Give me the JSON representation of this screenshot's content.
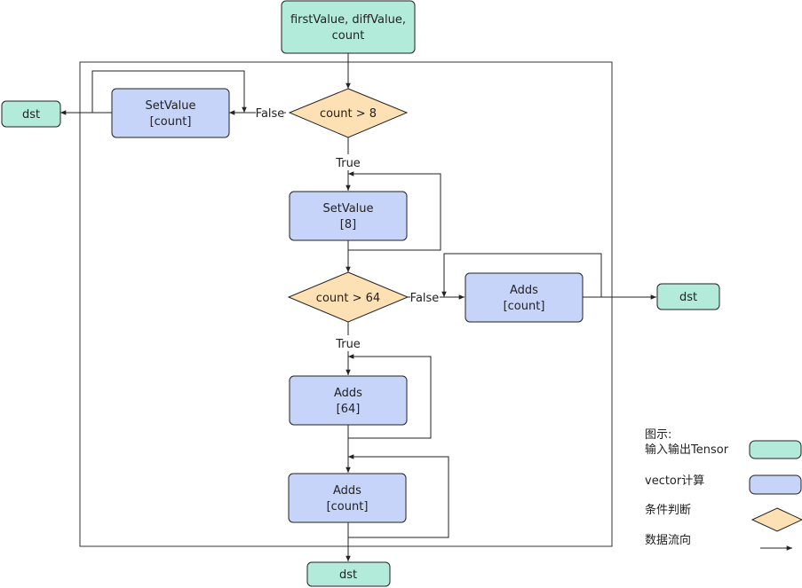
{
  "colors": {
    "io": "#b3ebdb",
    "vector": "#c6d4fa",
    "condition": "#fde0b4",
    "stroke": "#222222",
    "border": "#333333"
  },
  "diagram": {
    "input_line1": "firstValue,  diffValue,",
    "input_line2": "count",
    "cond1": "count > 8",
    "cond2": "count > 64",
    "setvalue_count_l1": "SetValue",
    "setvalue_count_l2": "[count]",
    "setvalue_8_l1": "SetValue",
    "setvalue_8_l2": "[8]",
    "adds_count_right_l1": "Adds",
    "adds_count_right_l2": "[count]",
    "adds_64_l1": "Adds",
    "adds_64_l2": "[64]",
    "adds_count_bottom_l1": "Adds",
    "adds_count_bottom_l2": "[count]",
    "dst_left": "dst",
    "dst_right": "dst",
    "dst_bottom": "dst",
    "false_label_1": "False",
    "true_label_1": "True",
    "false_label_2": "False",
    "true_label_2": "True"
  },
  "legend": {
    "title": "图示:",
    "io_label": "输入输出Tensor",
    "vector_label": "vector计算",
    "condition_label": "条件判断",
    "flow_label": "数据流向"
  }
}
